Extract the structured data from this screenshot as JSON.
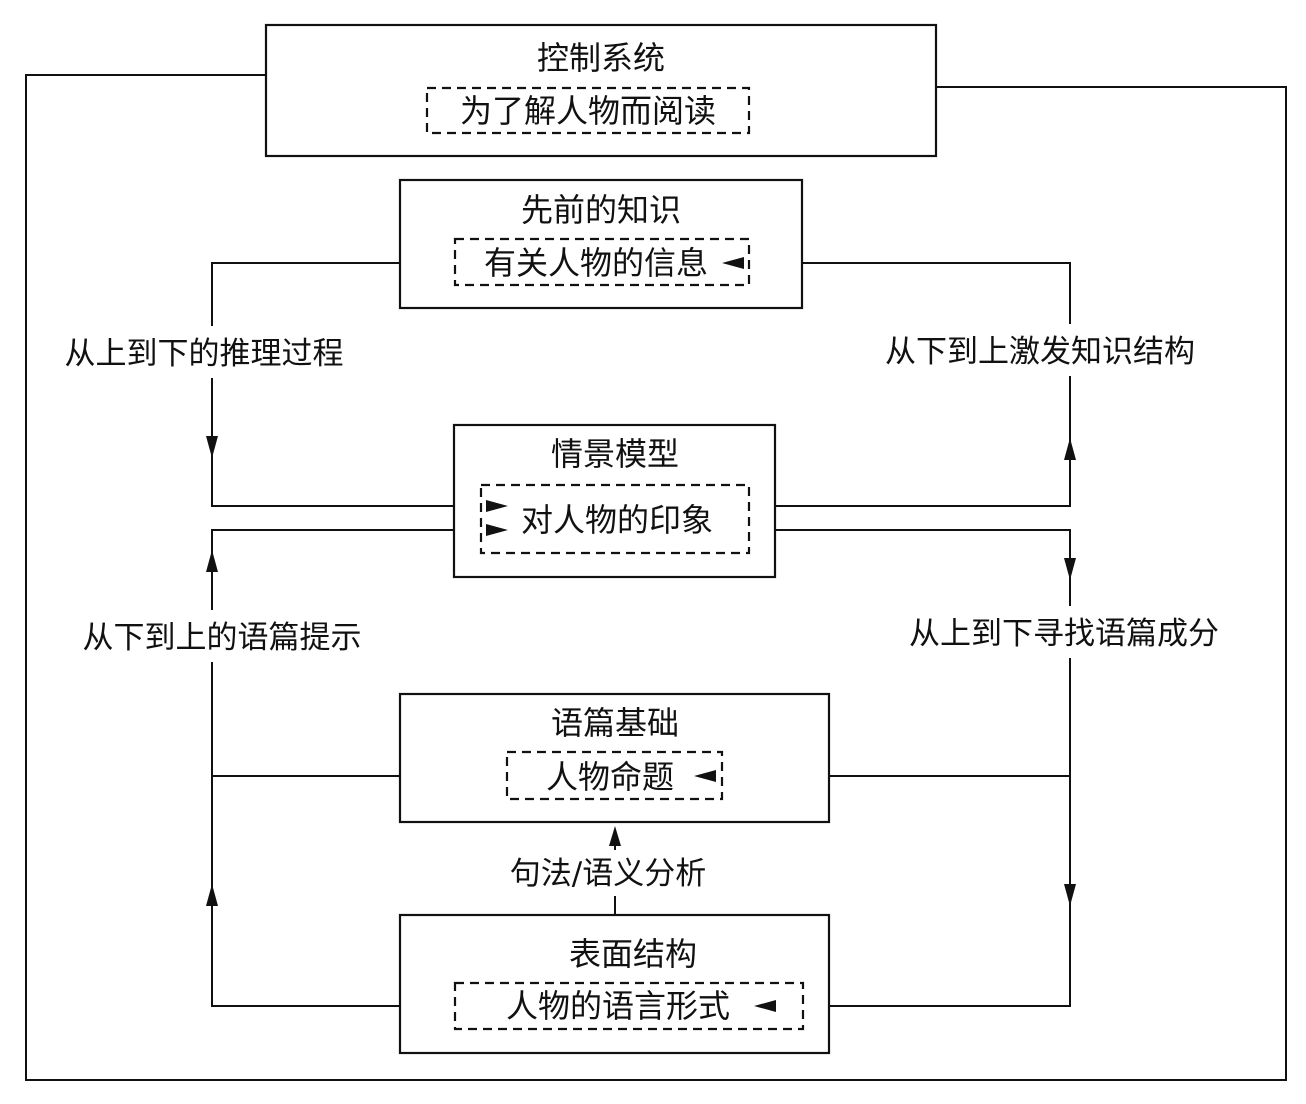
{
  "boxes": {
    "control": {
      "title": "控制系统",
      "inner": "为了解人物而阅读"
    },
    "prior_knowledge": {
      "title": "先前的知识",
      "inner": "有关人物的信息"
    },
    "situation_model": {
      "title": "情景模型",
      "inner": "对人物的印象"
    },
    "textbase": {
      "title": "语篇基础",
      "inner": "人物命题"
    },
    "surface": {
      "title": "表面结构",
      "inner": "人物的语言形式"
    }
  },
  "labels": {
    "top_down_inference": "从上到下的推理过程",
    "bottom_up_activation": "从下到上激发知识结构",
    "bottom_up_cues": "从下到上的语篇提示",
    "top_down_search": "从上到下寻找语篇成分",
    "syntax_semantics": "句法/语义分析"
  }
}
